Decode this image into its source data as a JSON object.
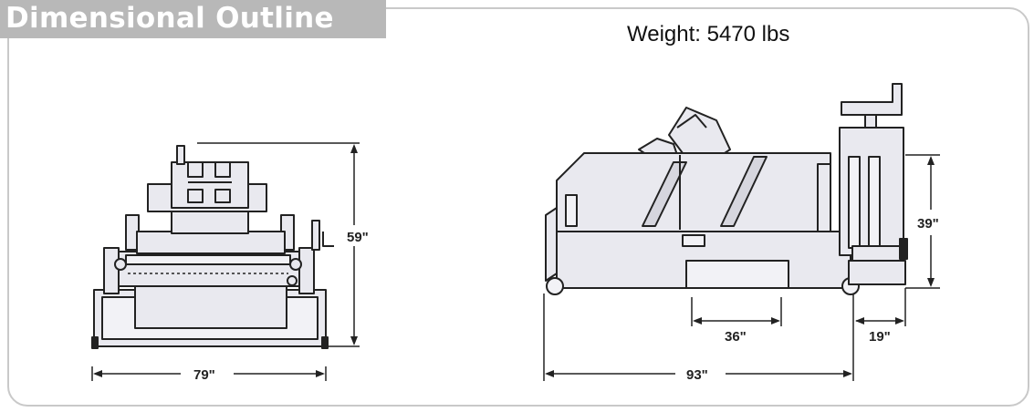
{
  "header": {
    "title": "Dimensional Outline"
  },
  "specs": {
    "weight": "Weight: 5470 lbs"
  },
  "dimensions": {
    "front_width": "79\"",
    "front_height": "59\"",
    "side_length": "93\"",
    "side_opening": "36\"",
    "side_height": "39\"",
    "side_depth": "19\""
  },
  "colors": {
    "outline": "#222222",
    "fill": "#e9e9ef",
    "tab": "#b8b8b8",
    "frame": "#c9c9c9"
  }
}
